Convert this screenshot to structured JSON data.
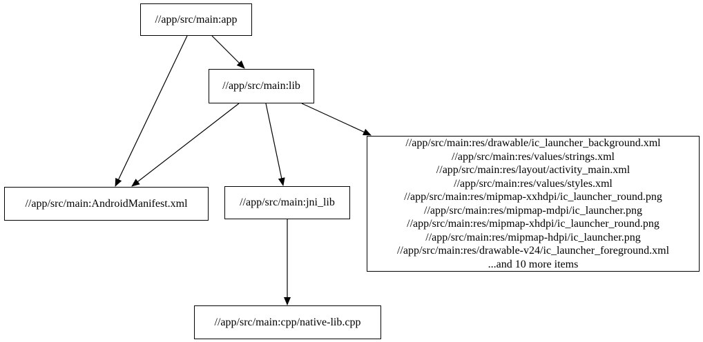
{
  "diagram": {
    "type": "dependency-graph",
    "background_color": "#ffffff",
    "node_fill": "#ffffff",
    "node_border_color": "#000000",
    "edge_color": "#000000",
    "nodes": {
      "app": {
        "label": "//app/src/main:app"
      },
      "lib": {
        "label": "//app/src/main:lib"
      },
      "manifest": {
        "label": "//app/src/main:AndroidManifest.xml"
      },
      "jni_lib": {
        "label": "//app/src/main:jni_lib"
      },
      "native": {
        "label": "//app/src/main:cpp/native-lib.cpp"
      },
      "res_group": {
        "lines": [
          "//app/src/main:res/drawable/ic_launcher_background.xml",
          "//app/src/main:res/values/strings.xml",
          "//app/src/main:res/layout/activity_main.xml",
          "//app/src/main:res/values/styles.xml",
          "//app/src/main:res/mipmap-xxhdpi/ic_launcher_round.png",
          "//app/src/main:res/mipmap-mdpi/ic_launcher.png",
          "//app/src/main:res/mipmap-xhdpi/ic_launcher_round.png",
          "//app/src/main:res/mipmap-hdpi/ic_launcher.png",
          "//app/src/main:res/drawable-v24/ic_launcher_foreground.xml",
          "...and 10 more items"
        ]
      }
    },
    "edges": [
      {
        "from": "app",
        "to": "lib"
      },
      {
        "from": "app",
        "to": "manifest"
      },
      {
        "from": "lib",
        "to": "manifest"
      },
      {
        "from": "lib",
        "to": "jni_lib"
      },
      {
        "from": "lib",
        "to": "res_group"
      },
      {
        "from": "jni_lib",
        "to": "native"
      }
    ]
  }
}
